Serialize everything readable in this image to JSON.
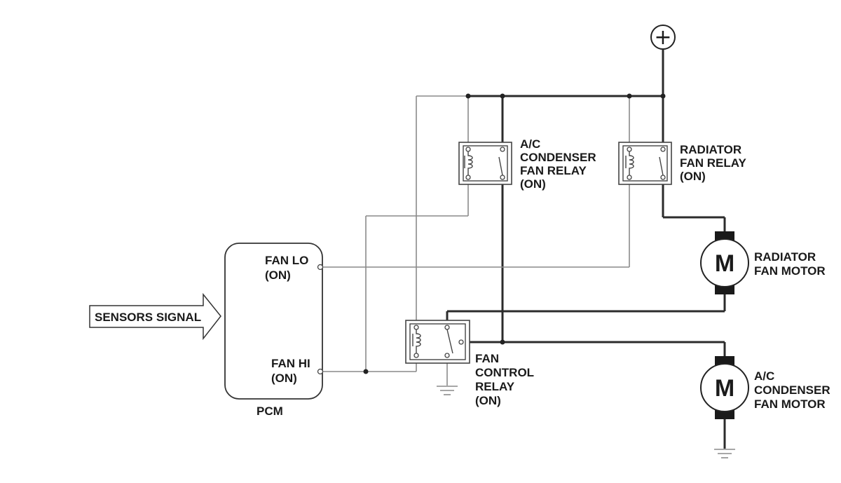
{
  "labels": {
    "sensors_signal": "SENSORS SIGNAL",
    "pcm": "PCM",
    "fan_lo": "FAN LO",
    "fan_lo_state": "(ON)",
    "fan_hi": "FAN HI",
    "fan_hi_state": "(ON)",
    "ac_relay": [
      "A/C",
      "CONDENSER",
      "FAN RELAY",
      "(ON)"
    ],
    "rad_relay": [
      "RADIATOR",
      "FAN RELAY",
      "(ON)"
    ],
    "fan_control_relay": [
      "FAN",
      "CONTROL",
      "RELAY",
      "(ON)"
    ],
    "rad_motor": [
      "RADIATOR",
      "FAN MOTOR"
    ],
    "ac_motor": [
      "A/C",
      "CONDENSER",
      "FAN MOTOR"
    ],
    "motor_symbol": "M",
    "battery_symbol": "+"
  }
}
